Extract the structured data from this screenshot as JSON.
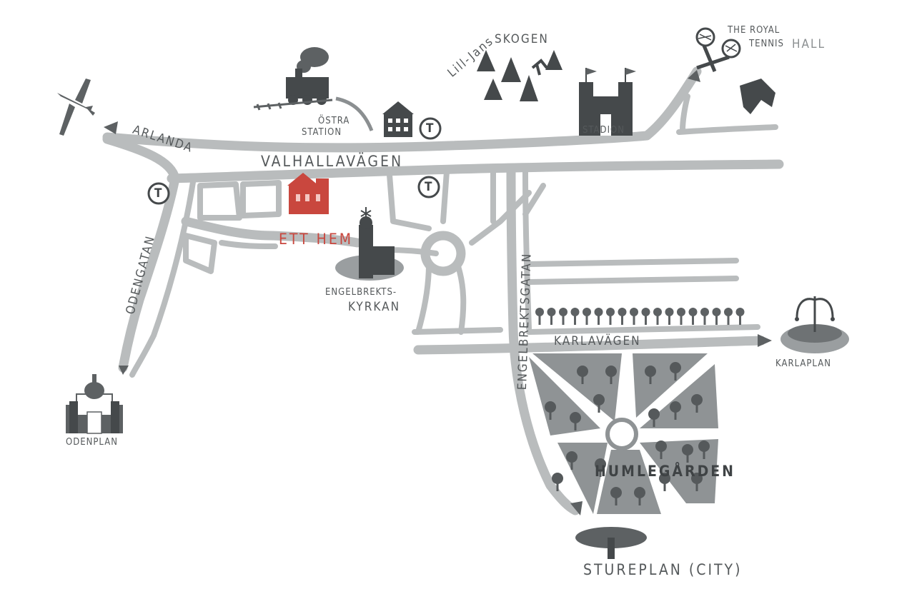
{
  "labels": {
    "arlanda": "ARLANDA",
    "ostra_station_1": "ÖSTRA",
    "ostra_station_2": "STATION",
    "lill_jans": "Lill-Jans",
    "skogen": "SKOGEN",
    "royal_1": "THE ROYAL",
    "royal_2": "TENNIS",
    "royal_hall": "HALL",
    "stadion": "STADION",
    "valhallavagen": "VALHALLAVÄGEN",
    "ett_hem": "ETT HEM",
    "engelbrekts_1": "ENGELBREKTS-",
    "engelbrekts_2": "KYRKAN",
    "odengatan": "ODENGATAN",
    "engelbrektsgatan": "ENGELBREKTSGATAN",
    "karlavagen": "KARLAVÄGEN",
    "karlaplan": "KARLAPLAN",
    "odenplan": "ODENPLAN",
    "humlegarden": "HUMLEGÅRDEN",
    "stureplan": "STUREPLAN (CITY)"
  },
  "metro": {
    "symbol": "T"
  },
  "icons": {
    "airplane": "airplane-icon",
    "train": "steam-train-icon",
    "station": "station-building-icon",
    "forest": "forest-trees-icon",
    "tennis": "tennis-rackets-icon",
    "stadium": "stadium-castle-icon",
    "horse": "horse-head-icon",
    "hotel": "red-house-icon",
    "church": "church-tower-icon",
    "fountain": "fountain-icon",
    "odenplan_church": "domed-church-icon",
    "stureplan_mushroom": "stureplan-svampen-icon",
    "park": "park-trees-icon"
  },
  "colors": {
    "road": "#b9bcbd",
    "ink": "#5d6163",
    "accent_red": "#c9473e"
  }
}
